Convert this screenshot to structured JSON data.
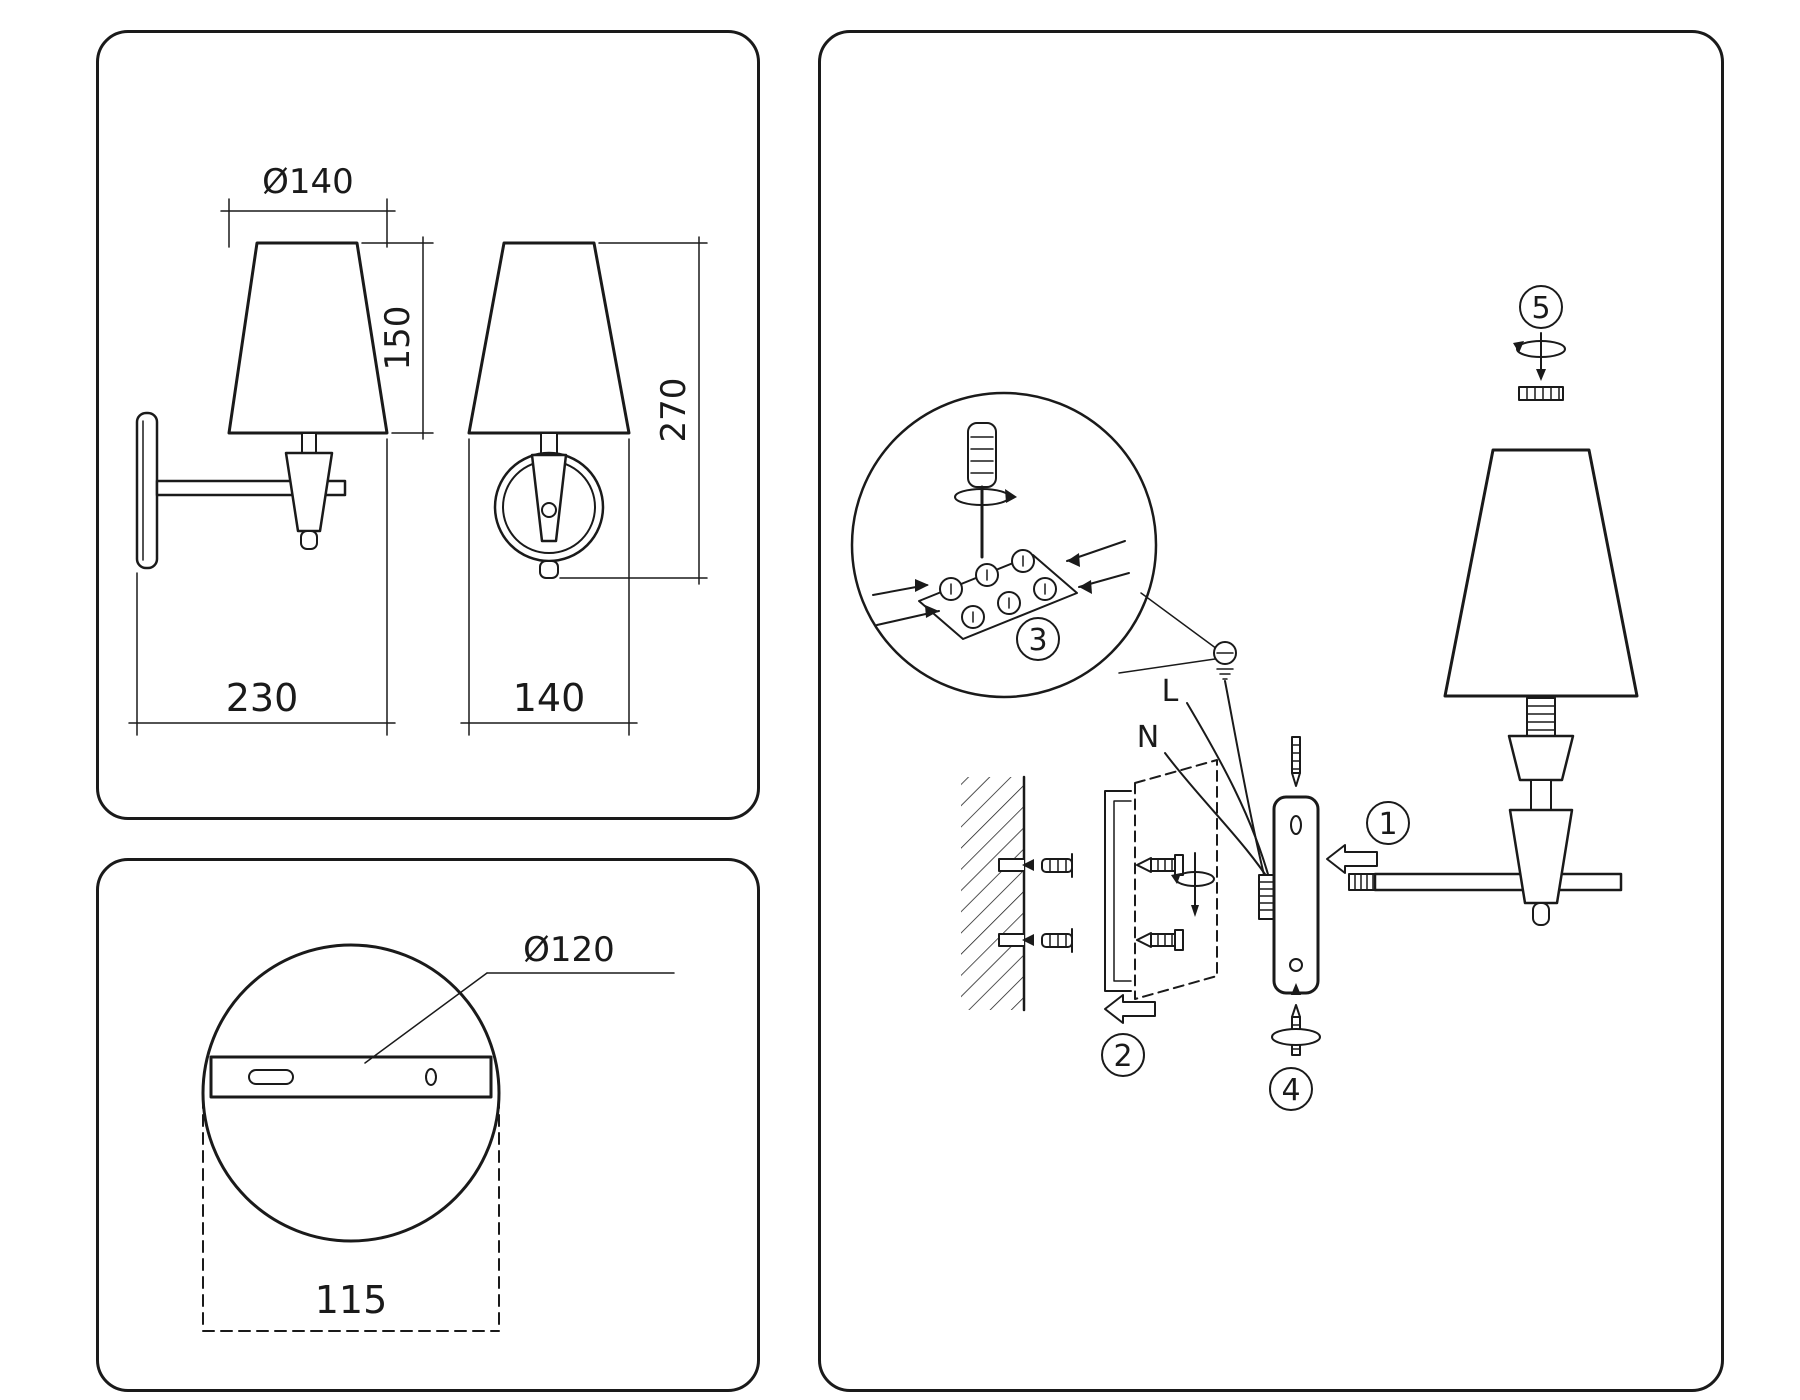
{
  "colors": {
    "line": "#1a1a1a",
    "background": "#ffffff"
  },
  "dimension_panel": {
    "shade_diameter": "Ø140",
    "shade_height": "150",
    "fixture_height": "270",
    "fixture_depth": "230",
    "fixture_width": "140"
  },
  "base_panel": {
    "base_diameter": "Ø120",
    "base_width": "115"
  },
  "installation_panel": {
    "step_1": "1",
    "step_2": "2",
    "step_3": "3",
    "step_4": "4",
    "step_5": "5",
    "wire_live": "L",
    "wire_neutral": "N"
  }
}
